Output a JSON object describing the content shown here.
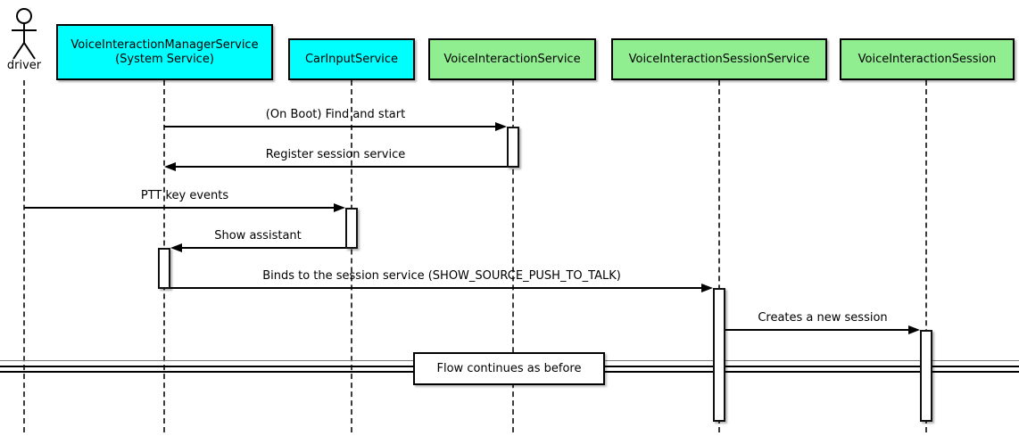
{
  "diagram": {
    "type": "uml-sequence-diagram",
    "actor": {
      "label": "driver"
    },
    "participants": [
      {
        "label": "VoiceInteractionManagerService",
        "sublabel": "(System Service)",
        "color": "#00FFFF"
      },
      {
        "label": "CarInputService",
        "color": "#00FFFF"
      },
      {
        "label": "VoiceInteractionService",
        "color": "#90EE90"
      },
      {
        "label": "VoiceInteractionSessionService",
        "color": "#90EE90"
      },
      {
        "label": "VoiceInteractionSession",
        "color": "#90EE90"
      }
    ],
    "messages": [
      {
        "label": "(On Boot) Find and start",
        "from": "VoiceInteractionManagerService",
        "to": "VoiceInteractionService"
      },
      {
        "label": "Register session service",
        "from": "VoiceInteractionService",
        "to": "VoiceInteractionManagerService"
      },
      {
        "label": "PTT key events",
        "from": "driver",
        "to": "CarInputService"
      },
      {
        "label": "Show assistant",
        "from": "CarInputService",
        "to": "VoiceInteractionManagerService"
      },
      {
        "label": "Binds to the session service (SHOW_SOURCE_PUSH_TO_TALK)",
        "from": "VoiceInteractionManagerService",
        "to": "VoiceInteractionSessionService"
      },
      {
        "label": "Creates a new session",
        "from": "VoiceInteractionSessionService",
        "to": "VoiceInteractionSession"
      }
    ],
    "divider": {
      "label": "Flow continues as before"
    },
    "colors": {
      "participant_cyan": "#00FFFF",
      "participant_green": "#90EE90",
      "line": "#000000",
      "background": "#FFFFFF"
    }
  }
}
